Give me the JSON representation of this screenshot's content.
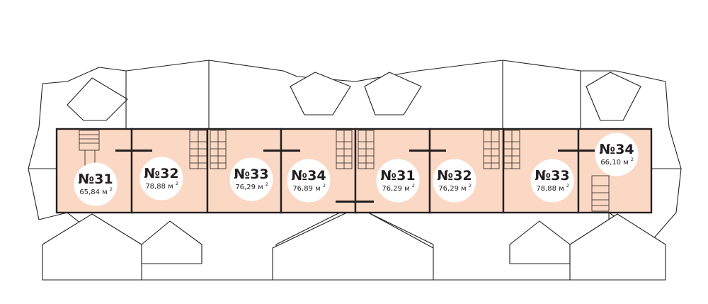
{
  "colors": {
    "unit_fill": "#fad8c3",
    "outline": "#231f20",
    "label_bg": "#ffffff",
    "background": "#ffffff"
  },
  "units": [
    {
      "number": "№31",
      "area": "65,84 м",
      "unit_sup": "2"
    },
    {
      "number": "№32",
      "area": "78,88 м",
      "unit_sup": "2"
    },
    {
      "number": "№33",
      "area": "76,29 м",
      "unit_sup": "2"
    },
    {
      "number": "№34",
      "area": "76,89 м",
      "unit_sup": "2"
    },
    {
      "number": "№31",
      "area": "76,29 м",
      "unit_sup": "2"
    },
    {
      "number": "№32",
      "area": "76,29 м",
      "unit_sup": "2"
    },
    {
      "number": "№33",
      "area": "78,88 м",
      "unit_sup": "2"
    },
    {
      "number": "№34",
      "area": "66,10 м",
      "unit_sup": "2"
    }
  ]
}
